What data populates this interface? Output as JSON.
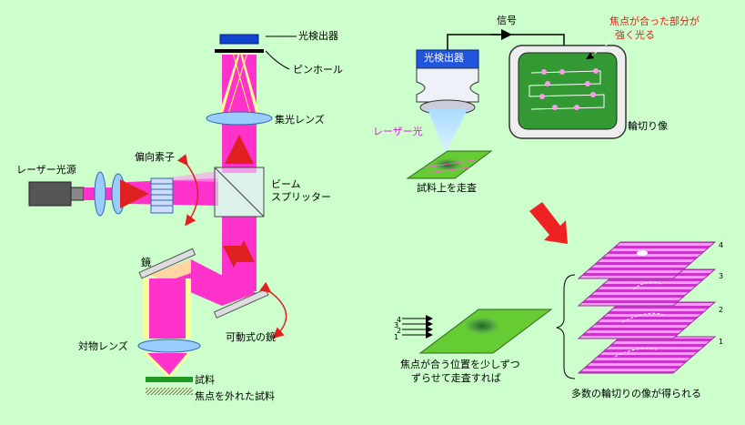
{
  "left": {
    "labels": {
      "detector": "光検出器",
      "pinhole": "ピンホール",
      "condenser_lens": "集光レンズ",
      "deflector": "偏向素子",
      "laser_source": "レーザー光源",
      "beam_splitter_1": "ビーム",
      "beam_splitter_2": "スプリッター",
      "mirror": "鏡",
      "movable_mirror": "可動式の鏡",
      "objective_lens": "対物レンズ",
      "sample": "試料",
      "defocused_sample": "焦点を外れた試料"
    }
  },
  "right": {
    "labels": {
      "signal": "信号",
      "detector_box": "光検出器",
      "focus_note_1": "焦点が合った部分が",
      "focus_note_2": "強く光る",
      "laser_light": "レーザー光",
      "scan_sample": "試料上を走査",
      "contour_image": "輪切り像",
      "shift_note_1": "焦点が合う位置を少しずつ",
      "shift_note_2": "ずらせて走査すれば",
      "many_slices": "多数の輪切りの像が得られる"
    },
    "level_marks": [
      "4",
      "3",
      "2",
      "1"
    ],
    "stack_numbers": [
      "4",
      "3",
      "2",
      "1"
    ]
  },
  "colors": {
    "background": "#ccffcc",
    "beam": "#ff33cc",
    "focus_halo": "#ffff99",
    "lens": "#99ccff",
    "note_red": "#e0201a",
    "laser_label": "#d020d0",
    "slice_fill": "#cc33cc",
    "sample_green": "#66cc33",
    "monitor_green": "#339933"
  }
}
